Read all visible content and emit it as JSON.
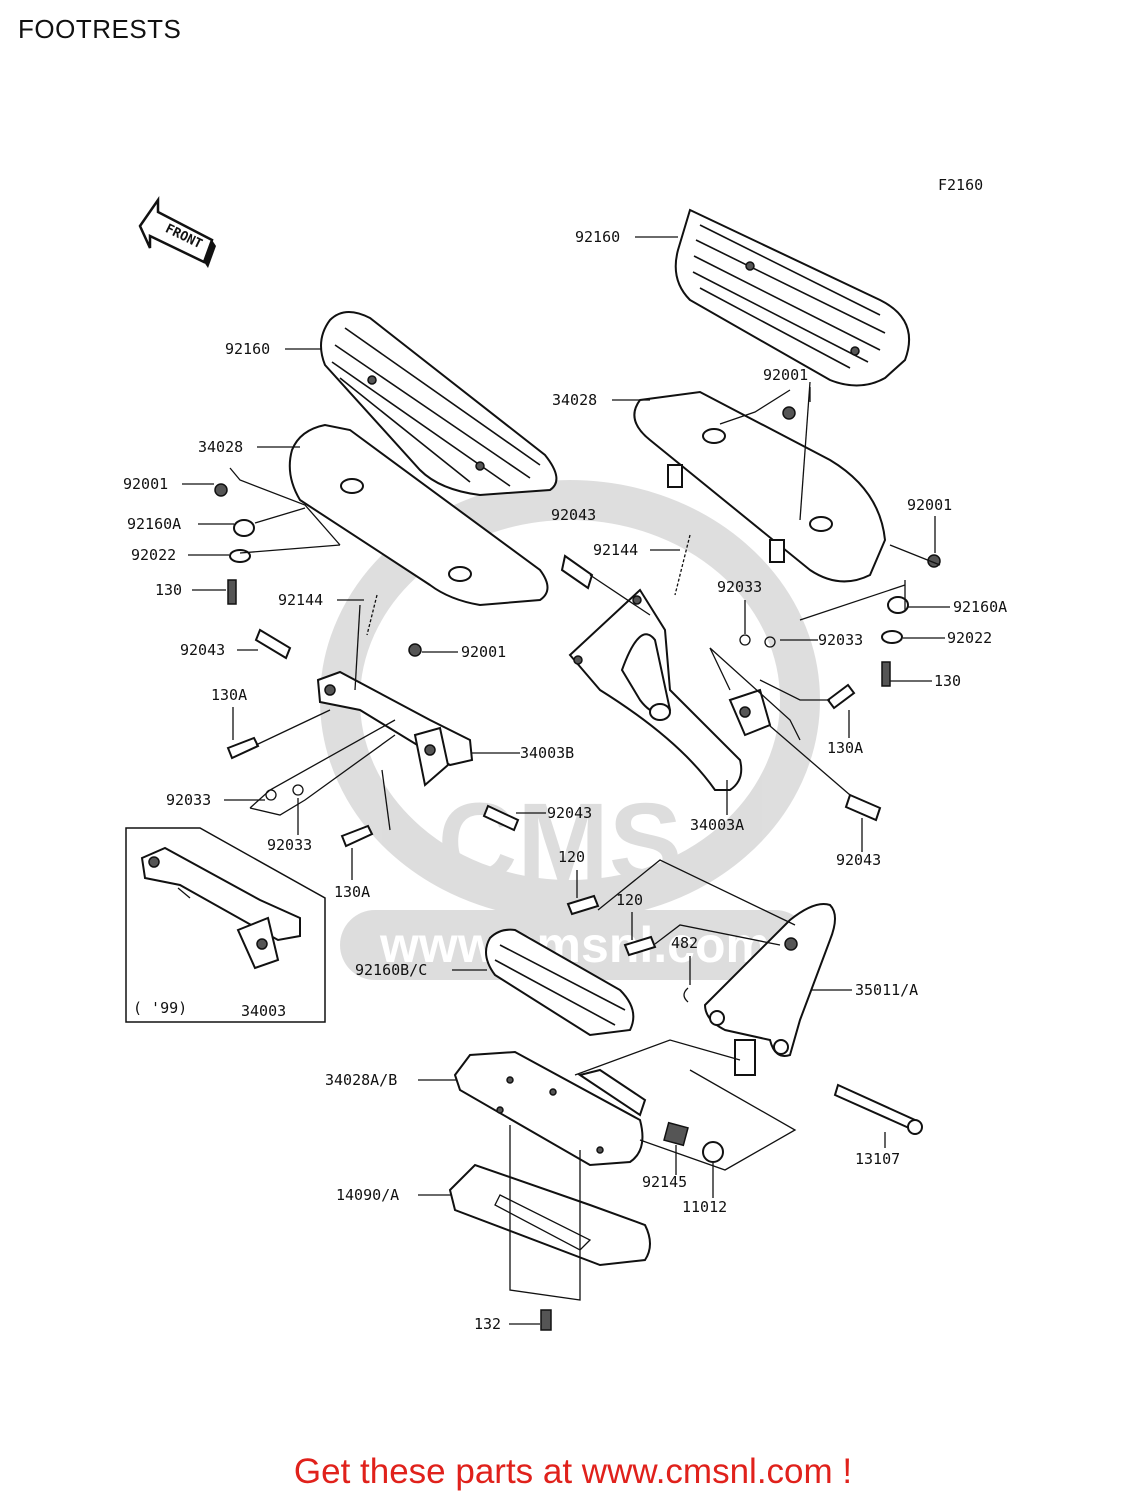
{
  "page": {
    "title": "FOOTRESTS"
  },
  "figure_code": "F2160",
  "front_arrow_text": "FRONT",
  "inset_year": "( '99)",
  "watermark_text": "CMS",
  "watermark_url": "www.cmsnl.com",
  "footer": {
    "text": "Get these parts at www.cmsnl.com !",
    "color": "#e0211b"
  },
  "labels": {
    "p92160_right": "92160",
    "p92160_left": "92160",
    "p92001_top_right": "92001",
    "p34028_right": "34028",
    "p34028_left": "34028",
    "p92001_left": "92001",
    "p92160A_left": "92160A",
    "p92022_left": "92022",
    "p130_left": "130",
    "p92043_center": "92043",
    "p92144_center": "92144",
    "p92001_right": "92001",
    "p92144_left": "92144",
    "p92033_upper": "92033",
    "p92033_upper_right": "92033",
    "p92160A_right": "92160A",
    "p92022_right": "92022",
    "p130_right": "130",
    "p92043_left": "92043",
    "p92001_lower": "92001",
    "p130A_left": "130A",
    "p130A_right": "130A",
    "p34003B": "34003B",
    "p92033_left": "92033",
    "p92033_lower": "92033",
    "p92043_lower": "92043",
    "p34003A": "34003A",
    "p92043_right": "92043",
    "p130A_lower": "130A",
    "p120_a": "120",
    "p120_b": "120",
    "p482": "482",
    "p92160BC": "92160B/C",
    "p35011A": "35011/A",
    "p34003": "34003",
    "p34028AB": "34028A/B",
    "p13107": "13107",
    "p92145": "92145",
    "p11012": "11012",
    "p14090A": "14090/A",
    "p132": "132"
  }
}
